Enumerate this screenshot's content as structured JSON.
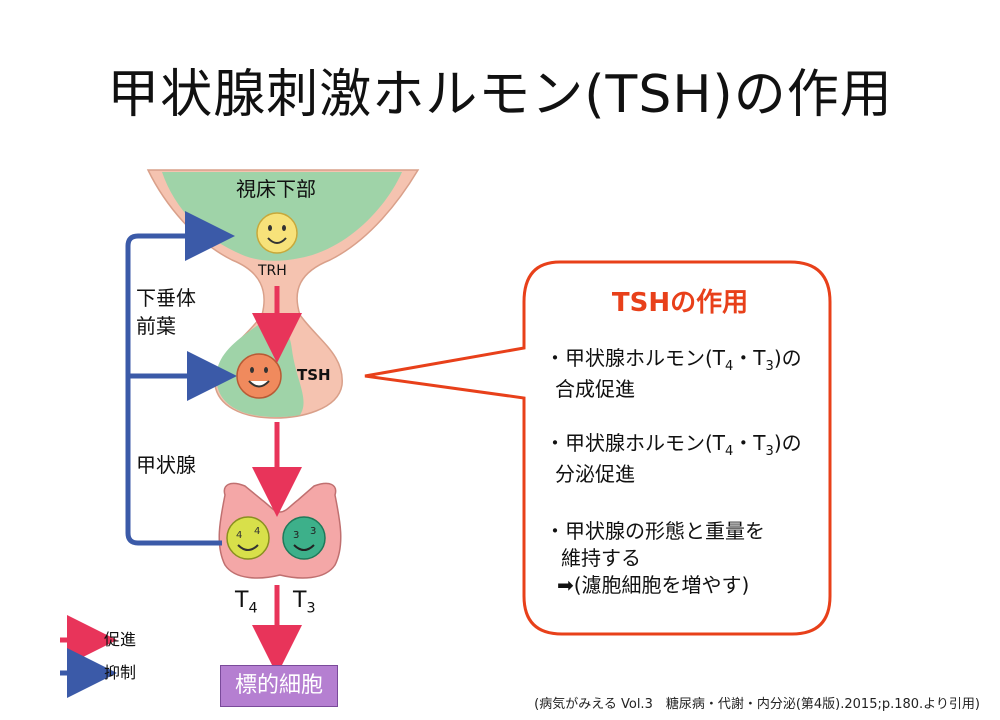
{
  "title": "甲状腺刺激ホルモン(TSH)の作用",
  "labels": {
    "hypothalamus": "視床下部",
    "trh": "TRH",
    "pituitary_line1": "下垂体",
    "pituitary_line2": "前葉",
    "tsh": "TSH",
    "thyroid": "甲状腺",
    "t4_base": "T",
    "t4_sub": "4",
    "t3_base": "T",
    "t3_sub": "3",
    "target": "標的細胞"
  },
  "legend": {
    "promote": "促進",
    "inhibit": "抑制"
  },
  "callout": {
    "title": "TSHの作用",
    "item1_line1_pre": "・甲状腺ホルモン(T",
    "item1_line1_sub1": "4",
    "item1_line1_mid": "・T",
    "item1_line1_sub2": "3",
    "item1_line1_post": ")の",
    "item1_line2": "合成促進",
    "item2_line1_pre": "・甲状腺ホルモン(T",
    "item2_line1_sub1": "4",
    "item2_line1_mid": "・T",
    "item2_line1_sub2": "3",
    "item2_line1_post": ")の",
    "item2_line2": "分泌促進",
    "item3_line1": "・甲状腺の形態と重量を",
    "item3_line2": "維持する",
    "item3_line3": "➡(濾胞細胞を増やす)"
  },
  "citation": "(病気がみえる Vol.3　糖尿病・代謝・内分泌(第4版).2015;p.180.より引用)",
  "colors": {
    "promote_arrow": "#e8345a",
    "inhibit_arrow": "#3b5aa8",
    "callout_border": "#e8401a",
    "tissue_pink": "#f5c3b0",
    "tissue_green": "#9fd3a8",
    "target_box": "#b57fd1"
  }
}
